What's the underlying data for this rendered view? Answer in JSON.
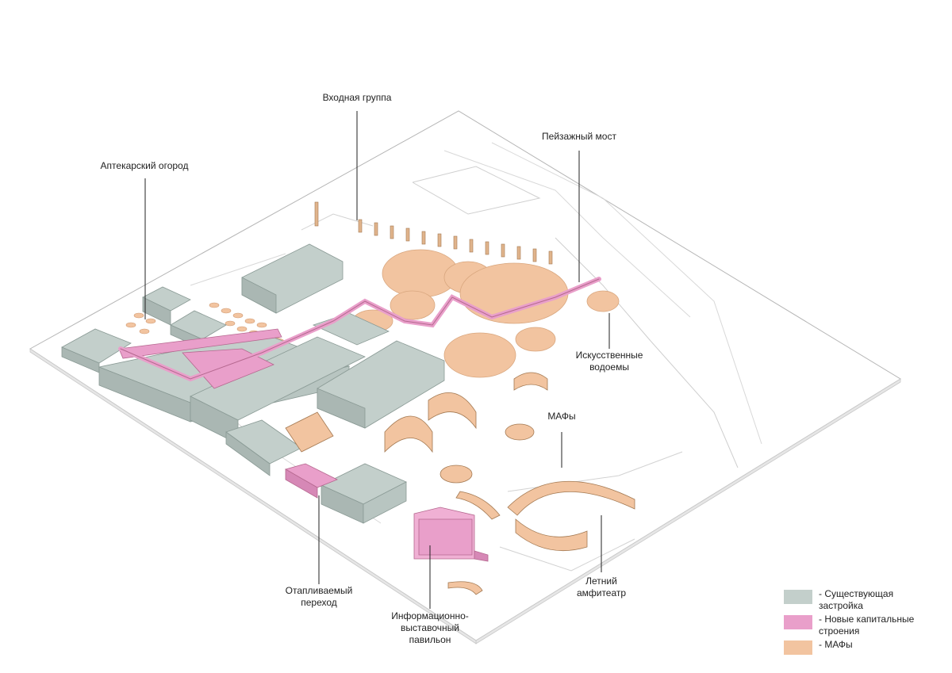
{
  "colors": {
    "existing": "#c3cfcb",
    "new_capital": "#e99fca",
    "maf": "#f2c4a0",
    "line": "#bdbdbd",
    "text": "#222222"
  },
  "labels": {
    "entrance": "Входная группа",
    "bridge": "Пейзажный мост",
    "garden": "Аптекарский огород",
    "ponds_1": "Искусственные",
    "ponds_2": "водоемы",
    "mafs": "МАФы",
    "amph_1": "Летний",
    "amph_2": "амфитеатр",
    "passage_1": "Отапливаемый",
    "passage_2": "переход",
    "pavilion_1": "Информационно-",
    "pavilion_2": "выставочный",
    "pavilion_3": "павильон"
  },
  "legend": [
    {
      "text": "- Существующая застройка",
      "color": "#c3cfcb"
    },
    {
      "text": "- Новые капитальные строения",
      "color": "#e99fca"
    },
    {
      "text": "- МАФы",
      "color": "#f2c4a0"
    }
  ]
}
